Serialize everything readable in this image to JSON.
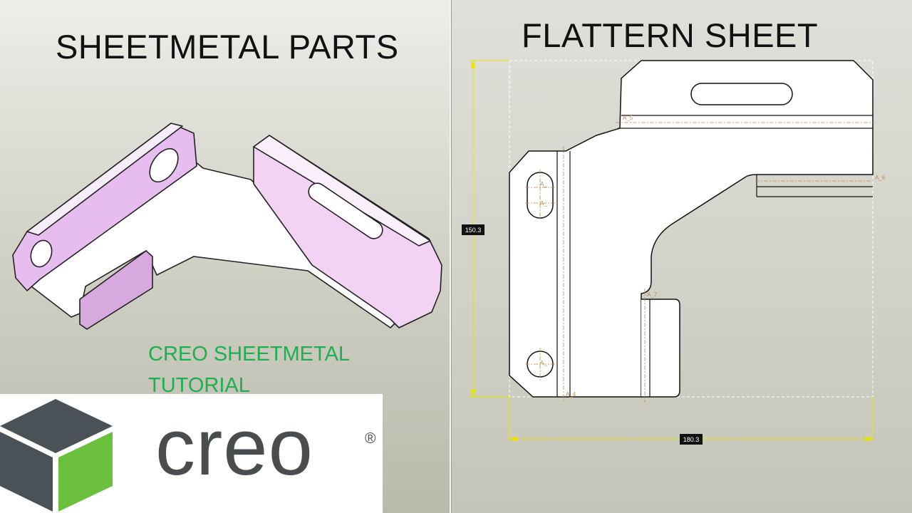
{
  "left": {
    "title": "SHEETMETAL PARTS",
    "tutorial_line1": "CREO SHEETMETAL",
    "tutorial_line2": "TUTORIAL"
  },
  "right": {
    "title": "FLATTERN SHEET",
    "dim_height": "150.3",
    "dim_width": "180.3",
    "axes": {
      "a5": "A_5",
      "a6": "A_6",
      "a7": "A_7",
      "a4": "A_4",
      "a1": "A_",
      "a2": "A_",
      "a3": "A_"
    }
  },
  "logo": {
    "word": "creo",
    "mark": "®"
  },
  "colors": {
    "title": "#111111",
    "tutorial_green": "#1db04c",
    "part_face_pink": "#e6bdee",
    "dimension_yellow": "#e6e600",
    "logo_gray": "#4a4d50",
    "logo_green": "#6abf3c",
    "logo_dark": "#4a5157"
  }
}
